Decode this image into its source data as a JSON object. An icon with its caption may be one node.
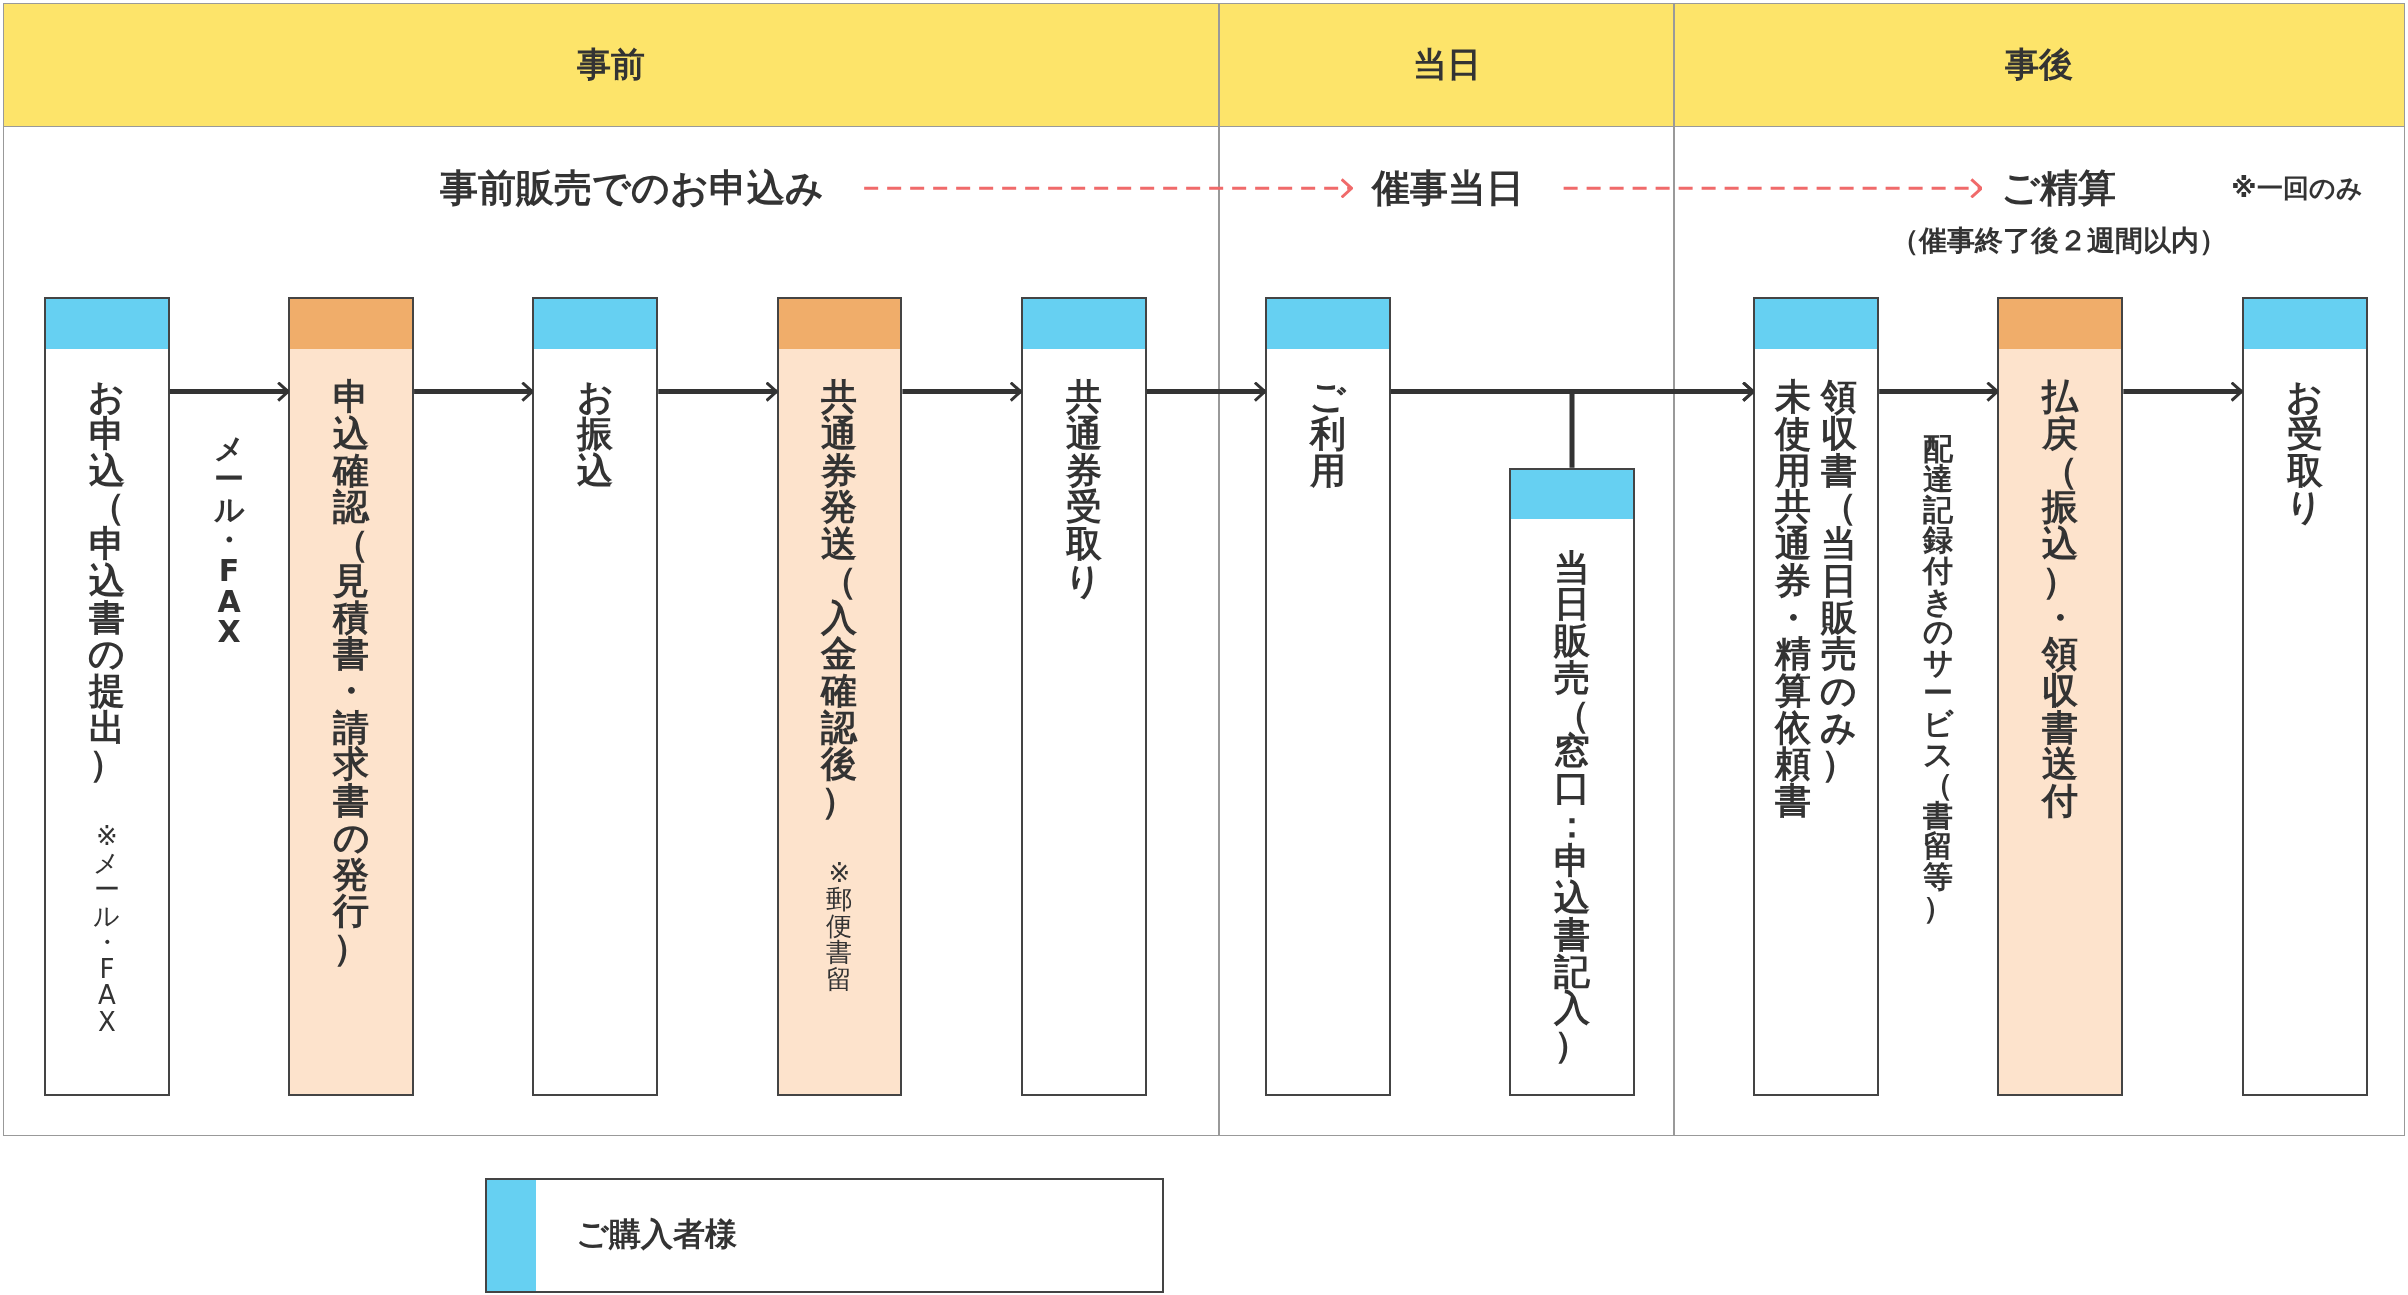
{
  "diagram": {
    "nodes": [
      {
        "text": [
          "事前"
        ]
      },
      {
        "text": [
          "当日"
        ]
      },
      {
        "text": [
          "事後"
        ]
      },
      {
        "text": [
          "事前販売でのお申込み"
        ],
        "in": 0
      },
      {
        "text": [
          "催事当日"
        ],
        "in": 1
      },
      {
        "text": [
          "ご精算"
        ],
        "in": 2,
        "beside": [
          "※一回のみ",
          "（催事終了後２週間以内）"
        ]
      },
      {
        "text": [
          "お申込（申込書の提出）",
          "※メール・FAX"
        ],
        "in": 0
      },
      {
        "text": [
          "申込確認（見積書・請求書の発行）"
        ],
        "in": 0
      },
      {
        "text": [
          "お振込"
        ],
        "in": 0
      },
      {
        "text": [
          "共通券発送（入金確認後）",
          "※郵便書留"
        ],
        "in": 0
      },
      {
        "text": [
          "共通券受取り"
        ],
        "in": 0
      },
      {
        "text": [
          "ご利用"
        ],
        "in": 1
      },
      {
        "text": [
          "当日販売（窓口：申込書記入）"
        ],
        "in": 1
      },
      {
        "text": [
          "未使用共通券・精算依頼書",
          "領収書（当日販売のみ）"
        ],
        "in": 2
      },
      {
        "text": [
          "払戻（振込）・領収書送付"
        ],
        "in": 2
      },
      {
        "text": [
          "お受取り"
        ],
        "in": 2
      }
    ],
    "edges": [
      {
        "from": 3,
        "to": 4,
        "arrow": "to",
        "style": "dashed",
        "color": "#f06a6a"
      },
      {
        "from": 4,
        "to": 5,
        "arrow": "to",
        "style": "dashed",
        "color": "#f06a6a"
      },
      {
        "from": 6,
        "to": 7,
        "arrow": "to",
        "label": "メール・FAX"
      },
      {
        "from": 7,
        "to": 8,
        "arrow": "to"
      },
      {
        "from": 8,
        "to": 9,
        "arrow": "to"
      },
      {
        "from": 9,
        "to": 10,
        "arrow": "to"
      },
      {
        "from": 10,
        "to": 11,
        "arrow": "to"
      },
      {
        "from": 11,
        "to": 13,
        "arrow": "to"
      },
      {
        "from": 12,
        "to": 13,
        "arrow": "to"
      },
      {
        "from": 13,
        "to": 14,
        "arrow": "to",
        "label": "配達記録付きのサービス（書留等）"
      },
      {
        "from": 14,
        "to": 15,
        "arrow": "to"
      }
    ],
    "legend": [
      {
        "text": "ご購入者様",
        "color": "#66d0f2"
      }
    ]
  }
}
